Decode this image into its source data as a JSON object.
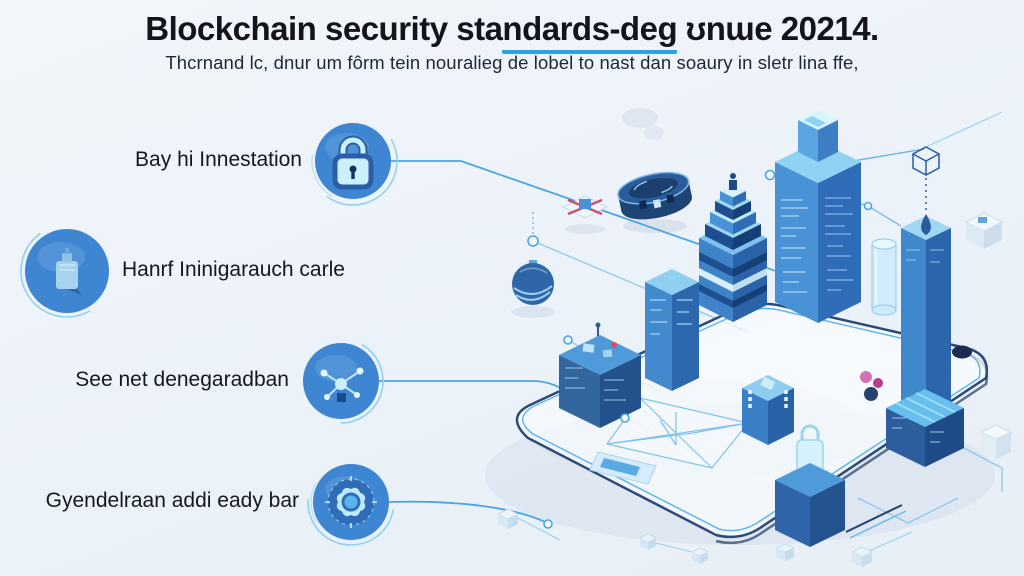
{
  "title": {
    "part1": "Blockchain security sta",
    "part2": "ndards-deg",
    "part3": " ʊnɯe 20214."
  },
  "subtitle": "Thcrnand lc, dnur um fôrm tein nouralieg de lobel to nast dan soaury in sletr lina ffe,",
  "features": [
    {
      "label": "Bay hi Innestation",
      "icon": "lock-icon"
    },
    {
      "label": "Hanrf Ininigarauch carle",
      "icon": "vault-lock-icon"
    },
    {
      "label": "See net denegaradban",
      "icon": "network-nodes-icon"
    },
    {
      "label": "Gyendelraan addi eady bar",
      "icon": "gear-icon"
    }
  ],
  "colors": {
    "background": "#eef3f9",
    "title_text": "#14151c",
    "accent_underline": "#2aa2e6",
    "icon_circle": "#3f86d2",
    "icon_glyph": "#c9f0fb",
    "connector": "#4aa5e4",
    "tower_light_face": "#4a92d6",
    "tower_dark_face": "#2f6db8",
    "tower_top_glow": "#8fd2f4",
    "tablet_outline_dark": "#2b4a78",
    "tablet_outline_cyan": "#5fb6ec"
  },
  "illustration": {
    "elements": [
      "isometric-tablet-platform",
      "blockchain-tower",
      "ziggurat-tower",
      "data-tower",
      "coin-disc",
      "drone-node",
      "globe-sphere",
      "chain-block",
      "lock-pedestal",
      "server-container",
      "wireframe-cube",
      "mesh-panel",
      "progress-chip"
    ]
  }
}
